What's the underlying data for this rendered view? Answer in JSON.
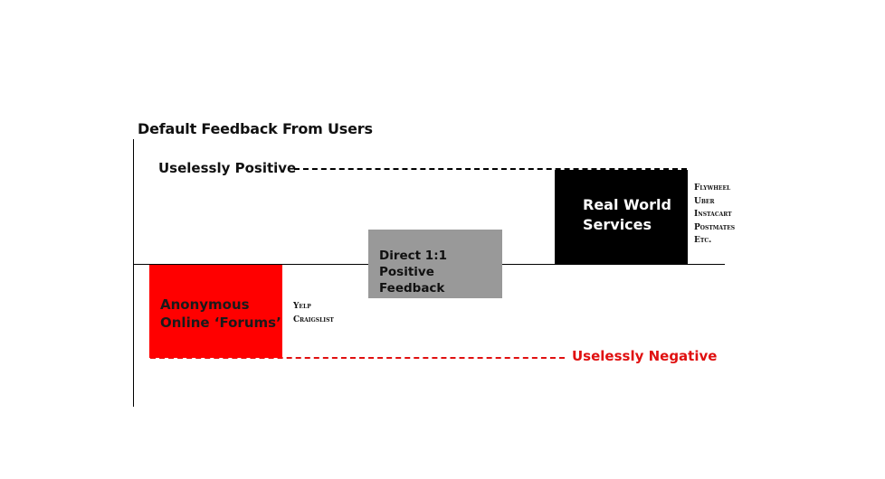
{
  "diagram": {
    "title": "Default Feedback From Users",
    "positive_label": "Uselessly Positive",
    "negative_label": "Uselessly Negative",
    "colors": {
      "negative_accent": "#e01010",
      "box_red": "#ff0000",
      "box_gray": "#999999",
      "box_black": "#000000"
    },
    "boxes": {
      "forums": {
        "line1": "Anonymous",
        "line2": "Online ‘Forums’"
      },
      "direct": {
        "line1": "Direct 1:1",
        "line2": "Positive Feedback"
      },
      "services": {
        "line1": "Real World",
        "line2": "Services"
      }
    },
    "forum_examples": [
      "Yelp",
      "Craigslist"
    ],
    "service_examples": [
      "Flywheel",
      "Uber",
      "Instacart",
      "Postmates",
      "Etc."
    ]
  }
}
